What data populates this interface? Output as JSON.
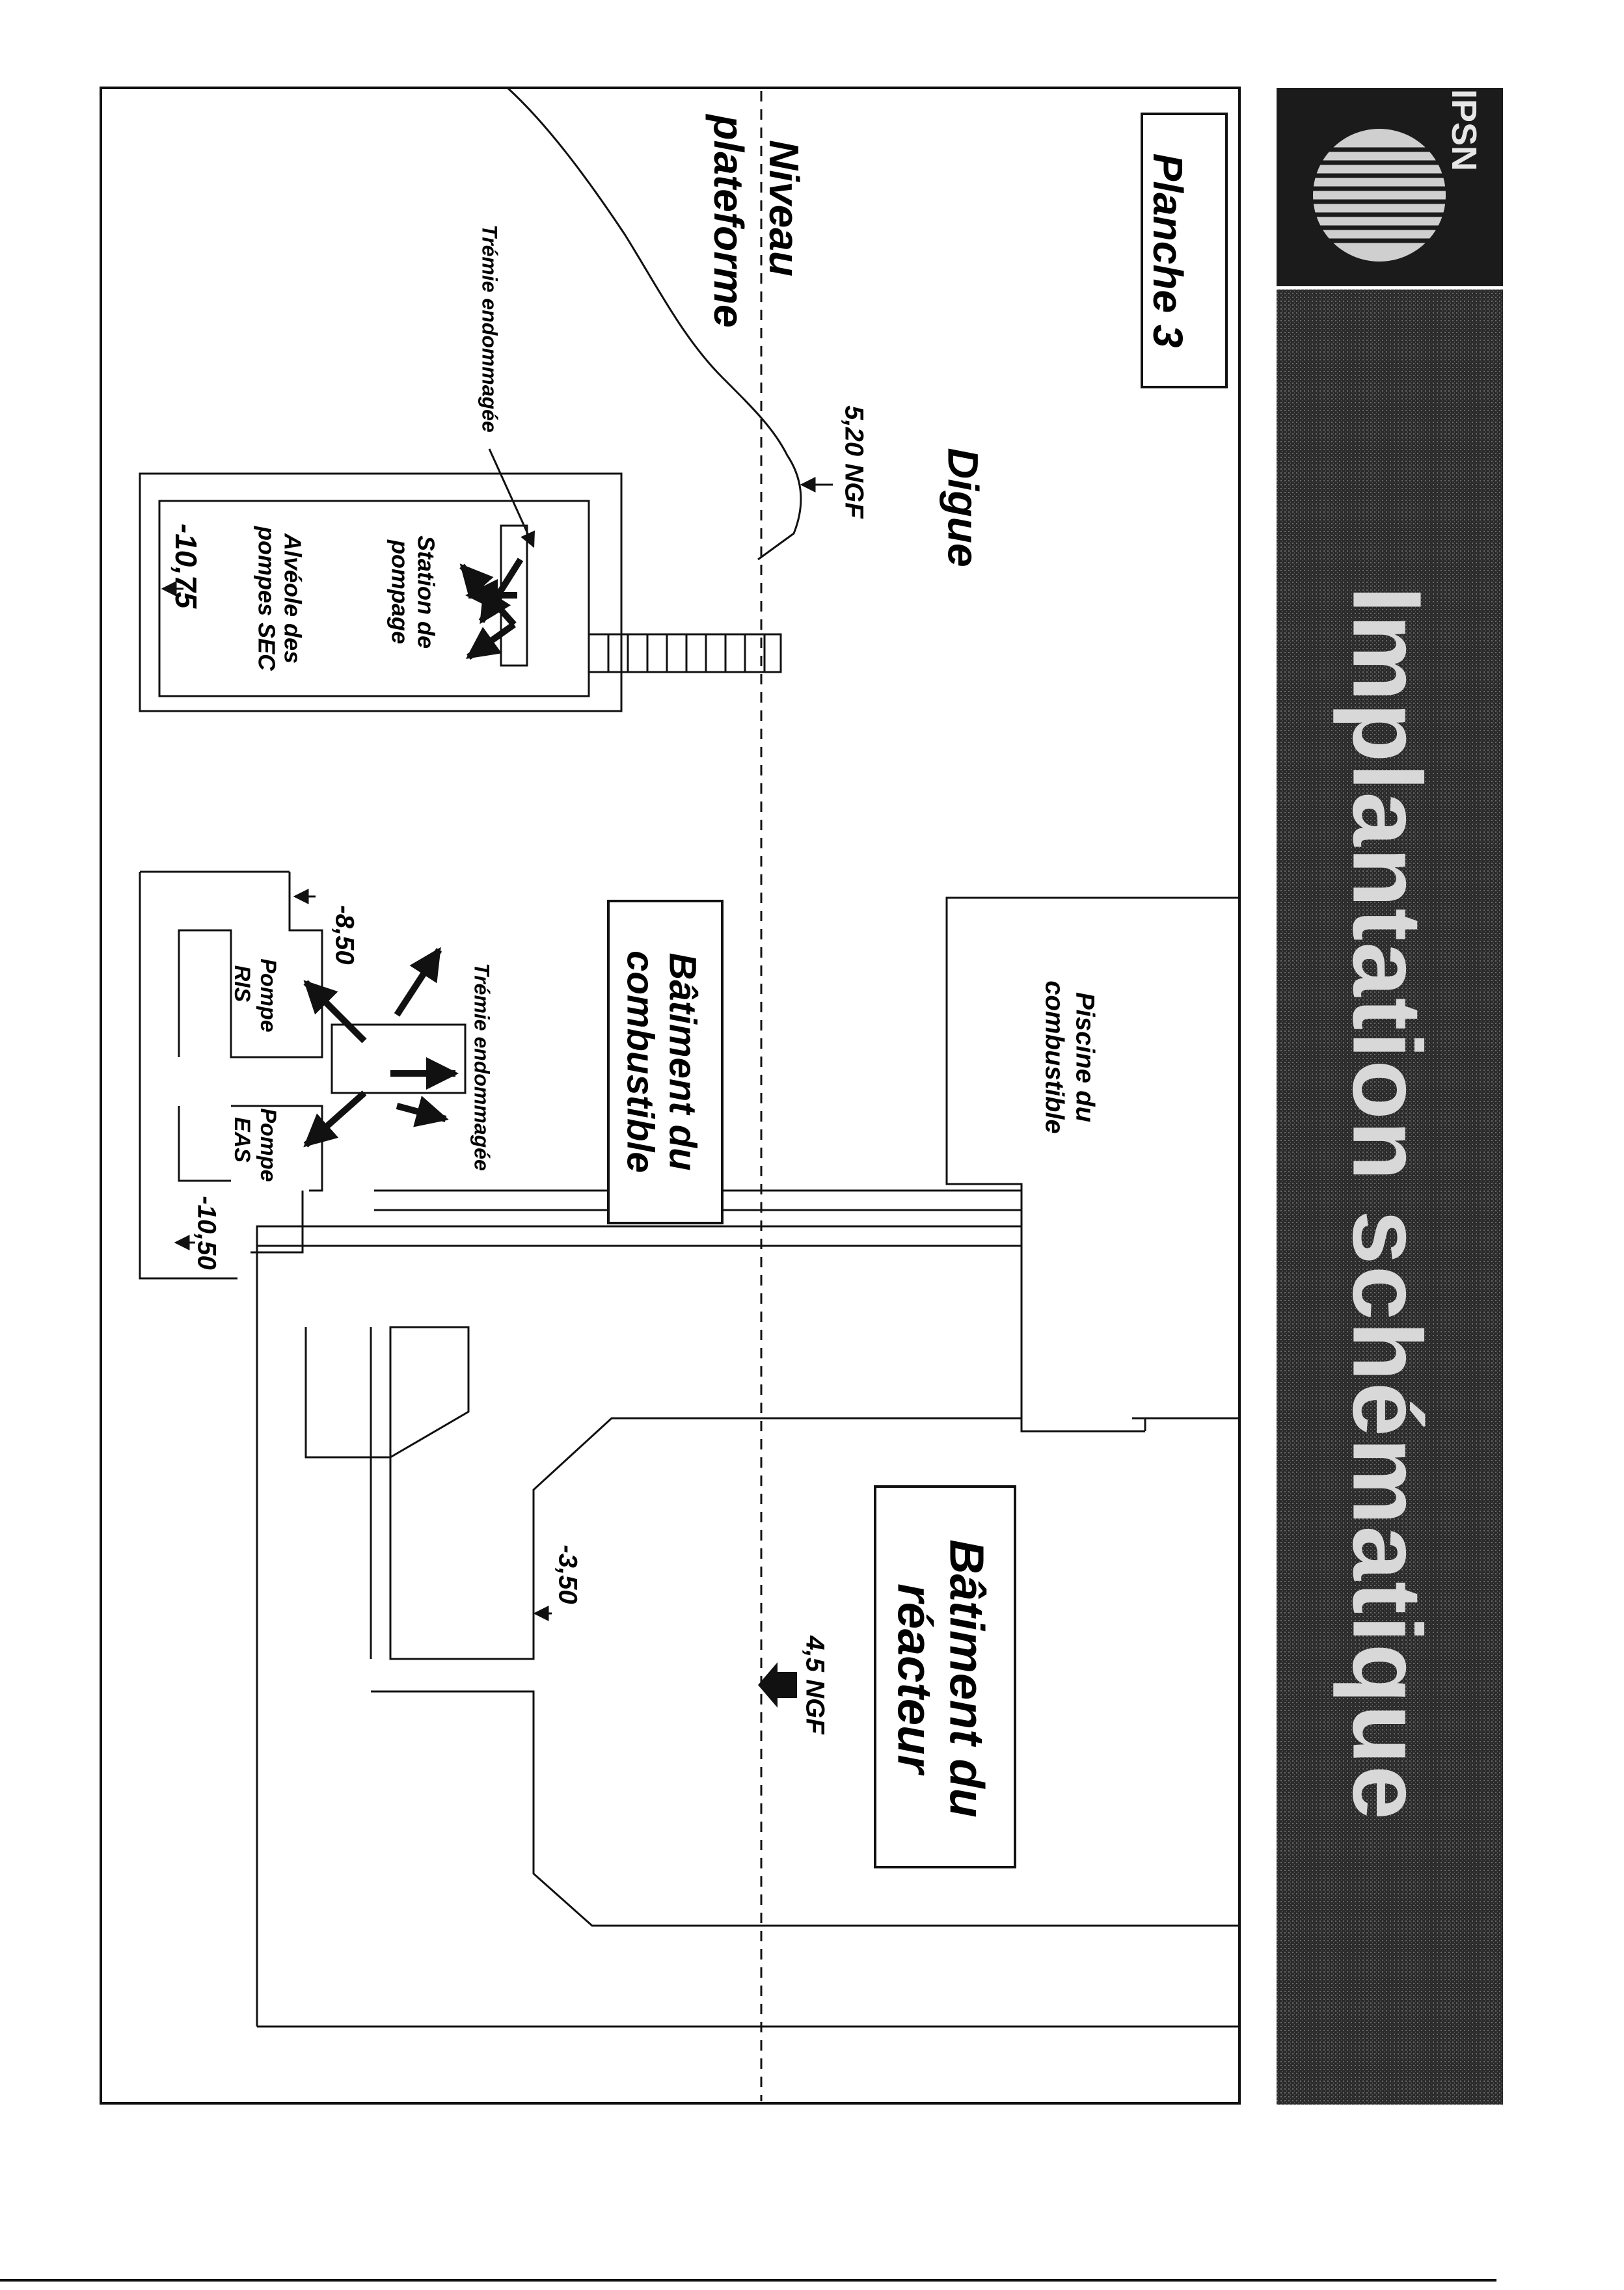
{
  "header": {
    "logo_text": "IPSN",
    "banner_title": "Implantation schématique"
  },
  "plate": {
    "title": "Planche 3"
  },
  "labels": {
    "niveau_line1": "Niveau",
    "niveau_line2": "plateforme",
    "digue": "Digue",
    "digue_level": "5,20 NGF",
    "tremie_1": "Trémie endommagée",
    "station_line1": "Station de",
    "station_line2": "pompage",
    "alveole_line1": "Alvéole des",
    "alveole_line2": "pompes SEC",
    "level_1075": "-10,75",
    "tremie_2": "Trémie endommagée",
    "level_850": "-8,50",
    "pompe_ris_line1": "Pompe",
    "pompe_ris_line2": "RIS",
    "pompe_eas_line1": "Pompe",
    "pompe_eas_line2": "EAS",
    "level_1050": "-10,50",
    "bk_line1": "Bâtiment  du",
    "bk_line2": "combustible",
    "piscine_line1": "Piscine du",
    "piscine_line2": "combustible",
    "level_350": "-3,50",
    "level_45": "4,5 NGF",
    "br_line1": "Bâtiment du",
    "br_line2": "réacteur"
  },
  "colors": {
    "ink": "#111111",
    "banner_dark": "#2a2a2a",
    "banner_text": "#d8d8d8",
    "paper": "#ffffff"
  }
}
